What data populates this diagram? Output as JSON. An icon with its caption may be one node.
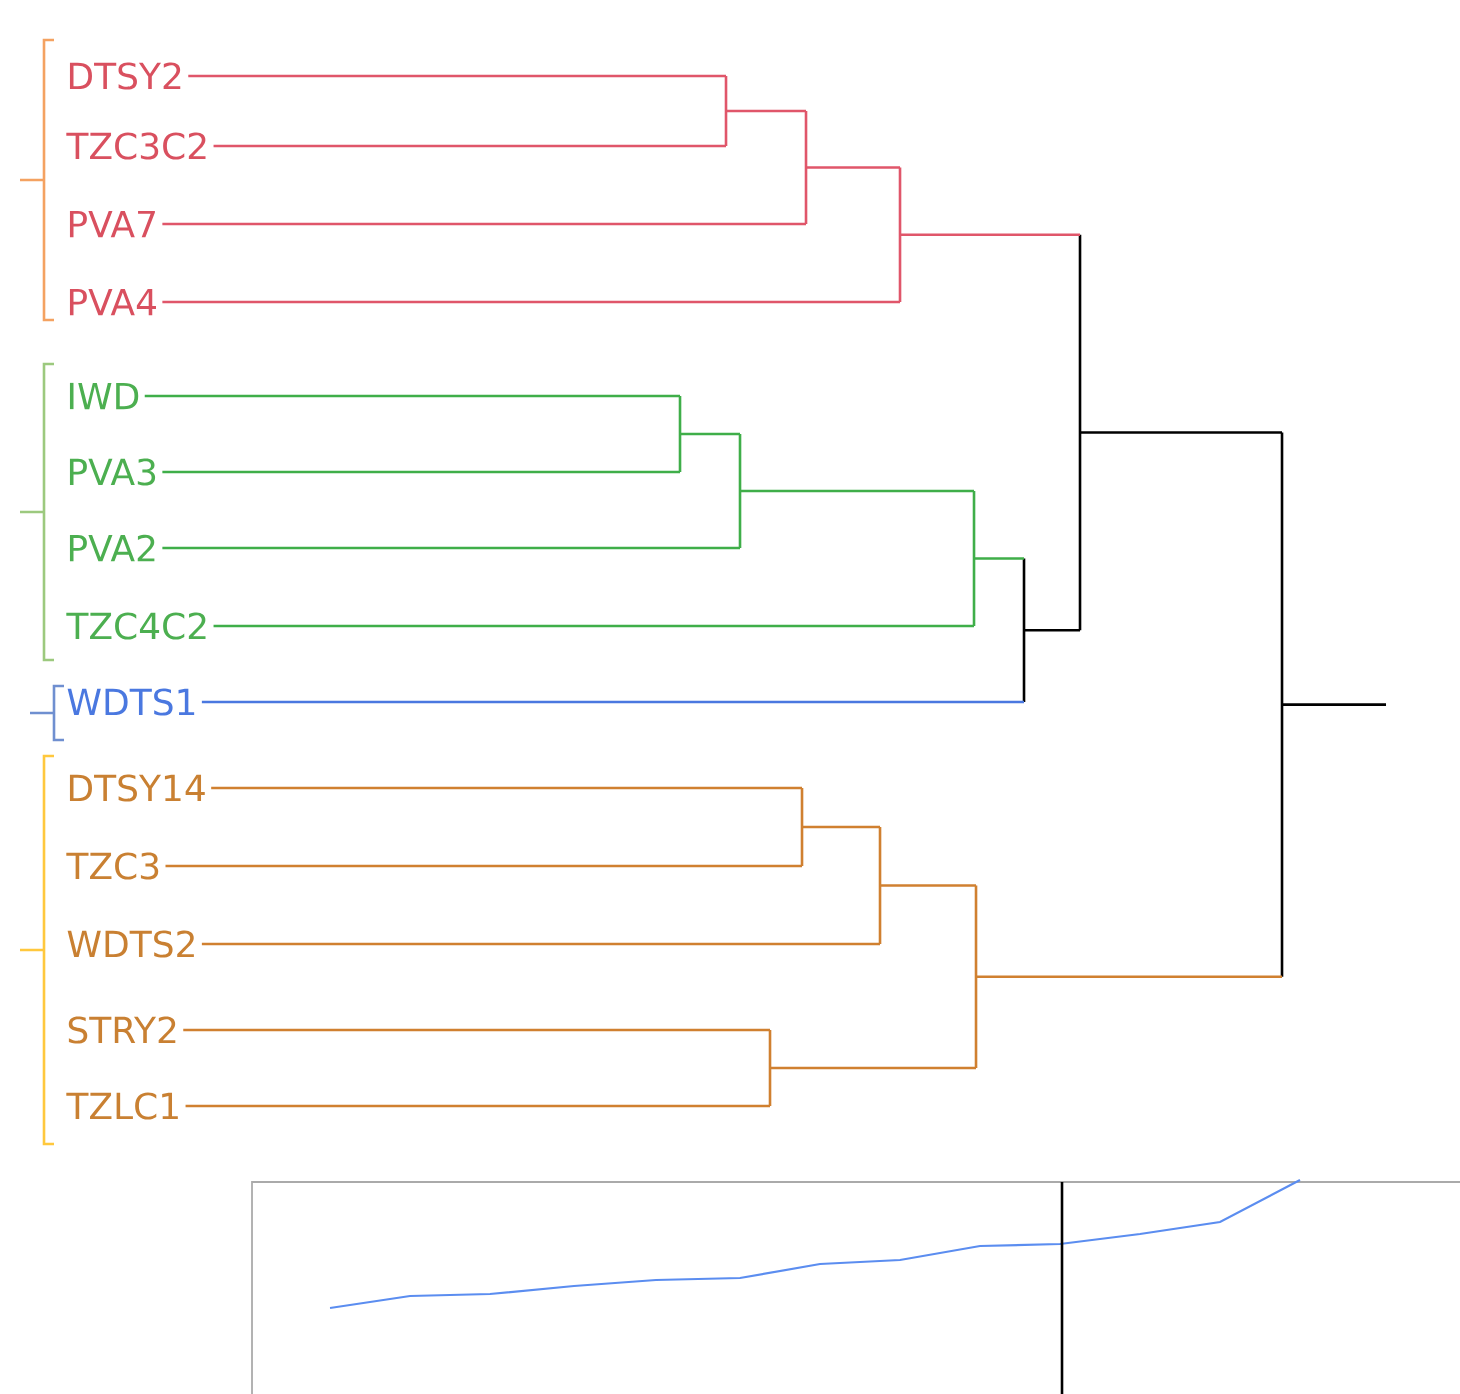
{
  "diagram": {
    "nodes": [
      {
        "text": [
          "DTSY2"
        ]
      },
      {
        "text": [
          "TZC3C2"
        ]
      },
      {
        "text": [
          "PVA7"
        ]
      },
      {
        "text": [
          "PVA4"
        ]
      },
      {
        "text": [
          "IWD"
        ]
      },
      {
        "text": [
          "PVA3"
        ]
      },
      {
        "text": [
          "PVA2"
        ]
      },
      {
        "text": [
          "TZC4C2"
        ]
      },
      {
        "text": [
          "WDTS1"
        ]
      },
      {
        "text": [
          "DTSY14"
        ]
      },
      {
        "text": [
          "TZC3"
        ]
      },
      {
        "text": [
          "WDTS2"
        ]
      },
      {
        "text": [
          "STRY2"
        ]
      },
      {
        "text": [
          "TZLC1"
        ]
      },
      {
        "text": [],
        "shape": "bar"
      },
      {
        "text": [],
        "shape": "bar"
      },
      {
        "text": [],
        "shape": "bar"
      },
      {
        "text": [],
        "shape": "bar"
      },
      {
        "text": [],
        "shape": "bar"
      },
      {
        "text": [],
        "shape": "bar"
      },
      {
        "text": [],
        "shape": "bar"
      },
      {
        "text": [],
        "shape": "bar"
      },
      {
        "text": [],
        "shape": "bar"
      },
      {
        "text": [],
        "shape": "bar"
      },
      {
        "text": [],
        "shape": "bar"
      },
      {
        "text": [],
        "shape": "bar"
      },
      {
        "text": [],
        "shape": "bar"
      }
    ],
    "edges": [
      {
        "from": 0,
        "to": 14,
        "arrow": "none",
        "color": "#e0566a"
      },
      {
        "from": 1,
        "to": 14,
        "arrow": "none",
        "color": "#e0566a"
      },
      {
        "from": 14,
        "to": 15,
        "arrow": "none",
        "color": "#e0566a"
      },
      {
        "from": 2,
        "to": 15,
        "arrow": "none",
        "color": "#e0566a"
      },
      {
        "from": 15,
        "to": 16,
        "arrow": "none",
        "color": "#e0566a"
      },
      {
        "from": 3,
        "to": 16,
        "arrow": "none",
        "color": "#e0566a"
      },
      {
        "from": 16,
        "to": 21,
        "arrow": "none",
        "color": "#e0566a"
      },
      {
        "from": 4,
        "to": 17,
        "arrow": "none",
        "color": "#3fae49"
      },
      {
        "from": 5,
        "to": 17,
        "arrow": "none",
        "color": "#3fae49"
      },
      {
        "from": 17,
        "to": 18,
        "arrow": "none",
        "color": "#3fae49"
      },
      {
        "from": 6,
        "to": 18,
        "arrow": "none",
        "color": "#3fae49"
      },
      {
        "from": 18,
        "to": 19,
        "arrow": "none",
        "color": "#3fae49"
      },
      {
        "from": 7,
        "to": 19,
        "arrow": "none",
        "color": "#3fae49"
      },
      {
        "from": 19,
        "to": 20,
        "arrow": "none",
        "color": "#3fae49"
      },
      {
        "from": 8,
        "to": 20,
        "arrow": "none",
        "color": "#4a78e0"
      },
      {
        "from": 20,
        "to": 21,
        "arrow": "none",
        "color": "#000000"
      },
      {
        "from": 9,
        "to": 22,
        "arrow": "none",
        "color": "#d08030"
      },
      {
        "from": 10,
        "to": 22,
        "arrow": "none",
        "color": "#d08030"
      },
      {
        "from": 22,
        "to": 23,
        "arrow": "none",
        "color": "#d08030"
      },
      {
        "from": 11,
        "to": 23,
        "arrow": "none",
        "color": "#d08030"
      },
      {
        "from": 23,
        "to": 25,
        "arrow": "none",
        "color": "#d08030"
      },
      {
        "from": 12,
        "to": 24,
        "arrow": "none",
        "color": "#d08030"
      },
      {
        "from": 13,
        "to": 24,
        "arrow": "none",
        "color": "#d08030"
      },
      {
        "from": 24,
        "to": 25,
        "arrow": "none",
        "color": "#d08030"
      },
      {
        "from": 25,
        "to": 26,
        "arrow": "none",
        "color": "#d08030"
      },
      {
        "from": 21,
        "to": 26,
        "arrow": "none",
        "color": "#000000"
      },
      {
        "from": 26,
        "to": null,
        "arrow": "none",
        "color": "#000000"
      }
    ]
  }
}
